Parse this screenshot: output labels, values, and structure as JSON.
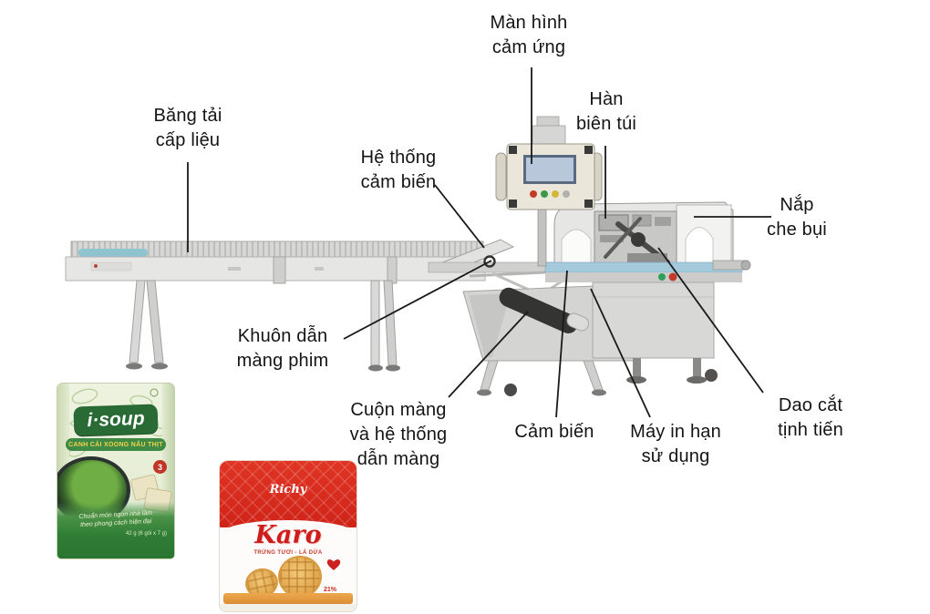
{
  "labels": [
    {
      "id": "man-hinh-cam-ung",
      "text": "Màn hình\ncảm ứng"
    },
    {
      "id": "han-bien-tui",
      "text": "Hàn\nbiên túi"
    },
    {
      "id": "bang-tai-cap-lieu",
      "text": "Băng tải\ncấp liệu"
    },
    {
      "id": "he-thong-cam-bien",
      "text": "Hệ thống\ncảm biến"
    },
    {
      "id": "nap-che-bui",
      "text": "Nắp\nche bụi"
    },
    {
      "id": "khuon-dan-mang-phim",
      "text": "Khuôn dẫn\nmàng phim"
    },
    {
      "id": "cuon-mang-he-thong-dan-mang",
      "text": "Cuộn màng\nvà hệ thống\ndẫn màng"
    },
    {
      "id": "cam-bien",
      "text": "Cảm biến"
    },
    {
      "id": "may-in-han-su-dung",
      "text": "Máy in hạn\nsử dụng"
    },
    {
      "id": "dao-cat-tinh-tien",
      "text": "Dao cắt\ntịnh tiến"
    }
  ],
  "packages": {
    "isoup": {
      "brand": "i·soup",
      "product_name": "CANH CẢI XOONG NẤU THỊT",
      "tagline": "Chuẩn món ngon nhà làm\ntheo phong cách hiện đại",
      "weight": "42 g (6 gói x 7 g)",
      "badge": "3"
    },
    "karo": {
      "maker": "Richy",
      "brand": "Karo",
      "subtitle": "TRỨNG TƯƠI - LÁ DỨA",
      "badge": "21%"
    }
  },
  "colors": {
    "label_text": "#141414",
    "leader_line": "#1a1a1a",
    "machine_belt_blue": "#a4c9da",
    "machine_steel": "#d8d8d6",
    "isoup_green_dark": "#2a6b35",
    "isoup_green": "#2f7d36",
    "isoup_gold": "#f2d24b",
    "karo_red": "#d8281e",
    "button_green": "#2ea05a",
    "button_red": "#c23b2a"
  }
}
